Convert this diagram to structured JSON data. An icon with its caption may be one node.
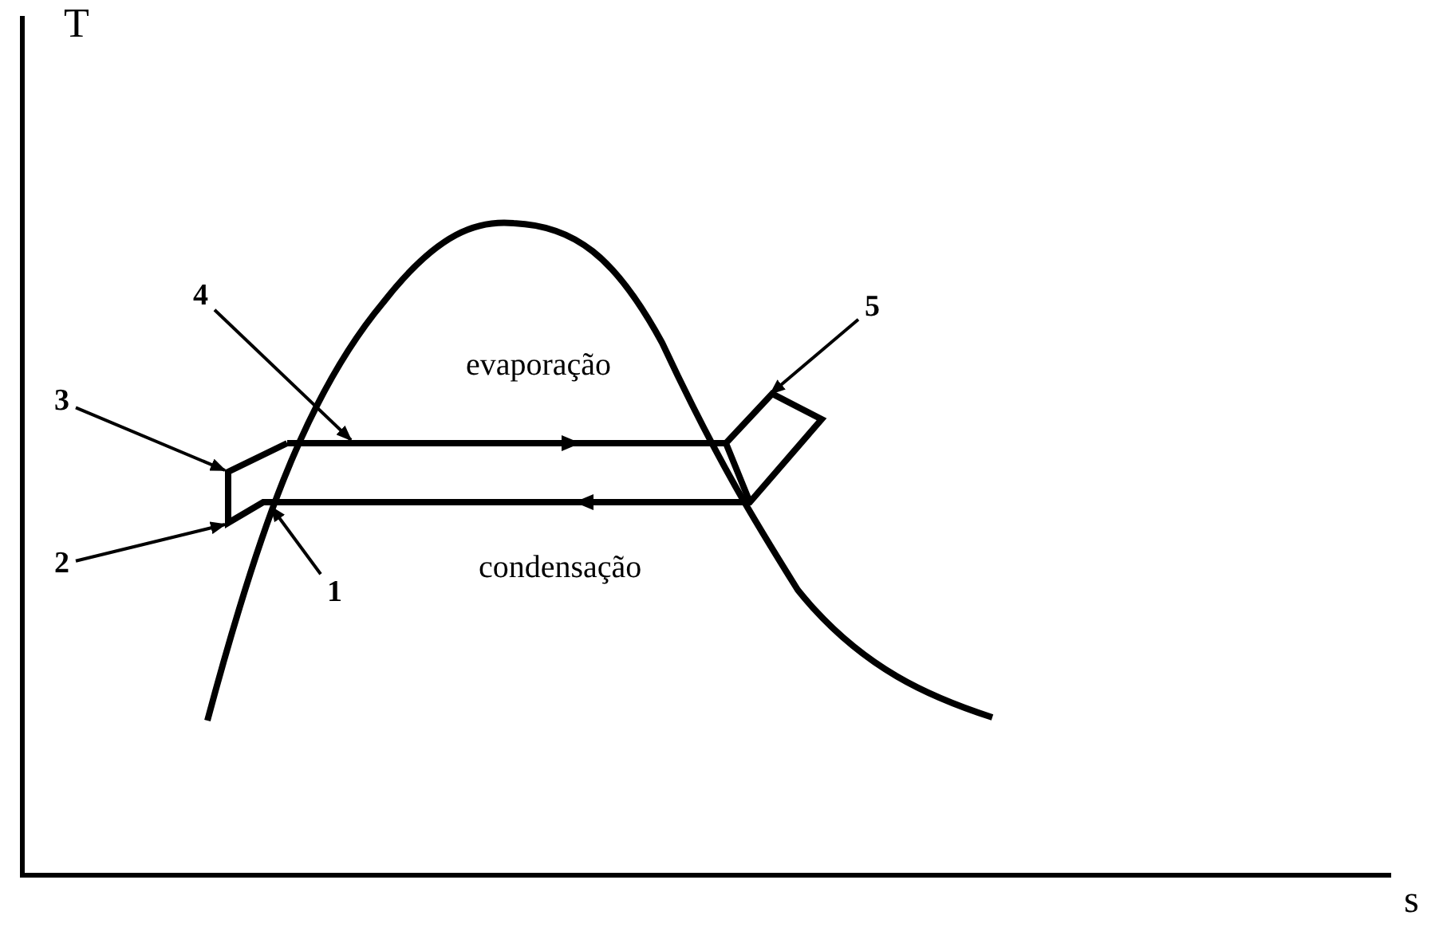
{
  "diagram": {
    "nodes": [
      {
        "text": [
          "4"
        ]
      },
      {
        "text": [
          "5"
        ]
      },
      {
        "text": [
          "3"
        ]
      },
      {
        "text": [
          "2"
        ]
      },
      {
        "text": [
          "1"
        ]
      }
    ],
    "edges": [
      {
        "from": 0,
        "to": null,
        "arrow": "to"
      },
      {
        "from": 1,
        "to": null,
        "arrow": "to"
      },
      {
        "from": 2,
        "to": null,
        "arrow": "to"
      },
      {
        "from": 3,
        "to": null,
        "arrow": "to"
      },
      {
        "from": 4,
        "to": null,
        "arrow": "to"
      }
    ],
    "labels": [
      "T",
      "evaporação",
      "condensação",
      "s"
    ]
  }
}
